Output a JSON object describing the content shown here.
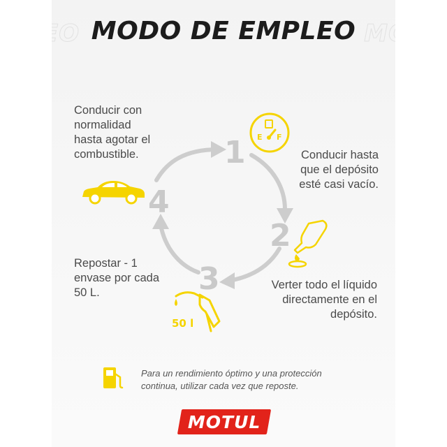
{
  "title": "MODO DE EMPLEO",
  "ghost_left": "EO",
  "ghost_right": "MO",
  "steps": [
    {
      "number": "1",
      "text": "Conducir hasta\nque el depósito\nesté casi vacío.",
      "icon": "fuel-gauge-icon"
    },
    {
      "number": "2",
      "text": "Verter todo el líquido\ndirectamente en el\ndepósito.",
      "icon": "bottle-pour-icon"
    },
    {
      "number": "3",
      "text": "Repostar - 1\nenvase por cada\n50 L.",
      "icon": "fuel-nozzle-icon",
      "icon_label": "50 l"
    },
    {
      "number": "4",
      "text": "Conducir con\nnormalidad\nhasta agotar el\ncombustible.",
      "icon": "car-icon"
    }
  ],
  "note": "Para un rendimiento óptimo y una protección\ncontinua, utilizar cada vez que reposte.",
  "gauge_labels": {
    "empty": "E",
    "full": "F"
  },
  "brand": "MOTUL",
  "colors": {
    "accent": "#f5d400",
    "brand_red": "#e2231a",
    "arrow_gray": "#c9c9c9"
  }
}
